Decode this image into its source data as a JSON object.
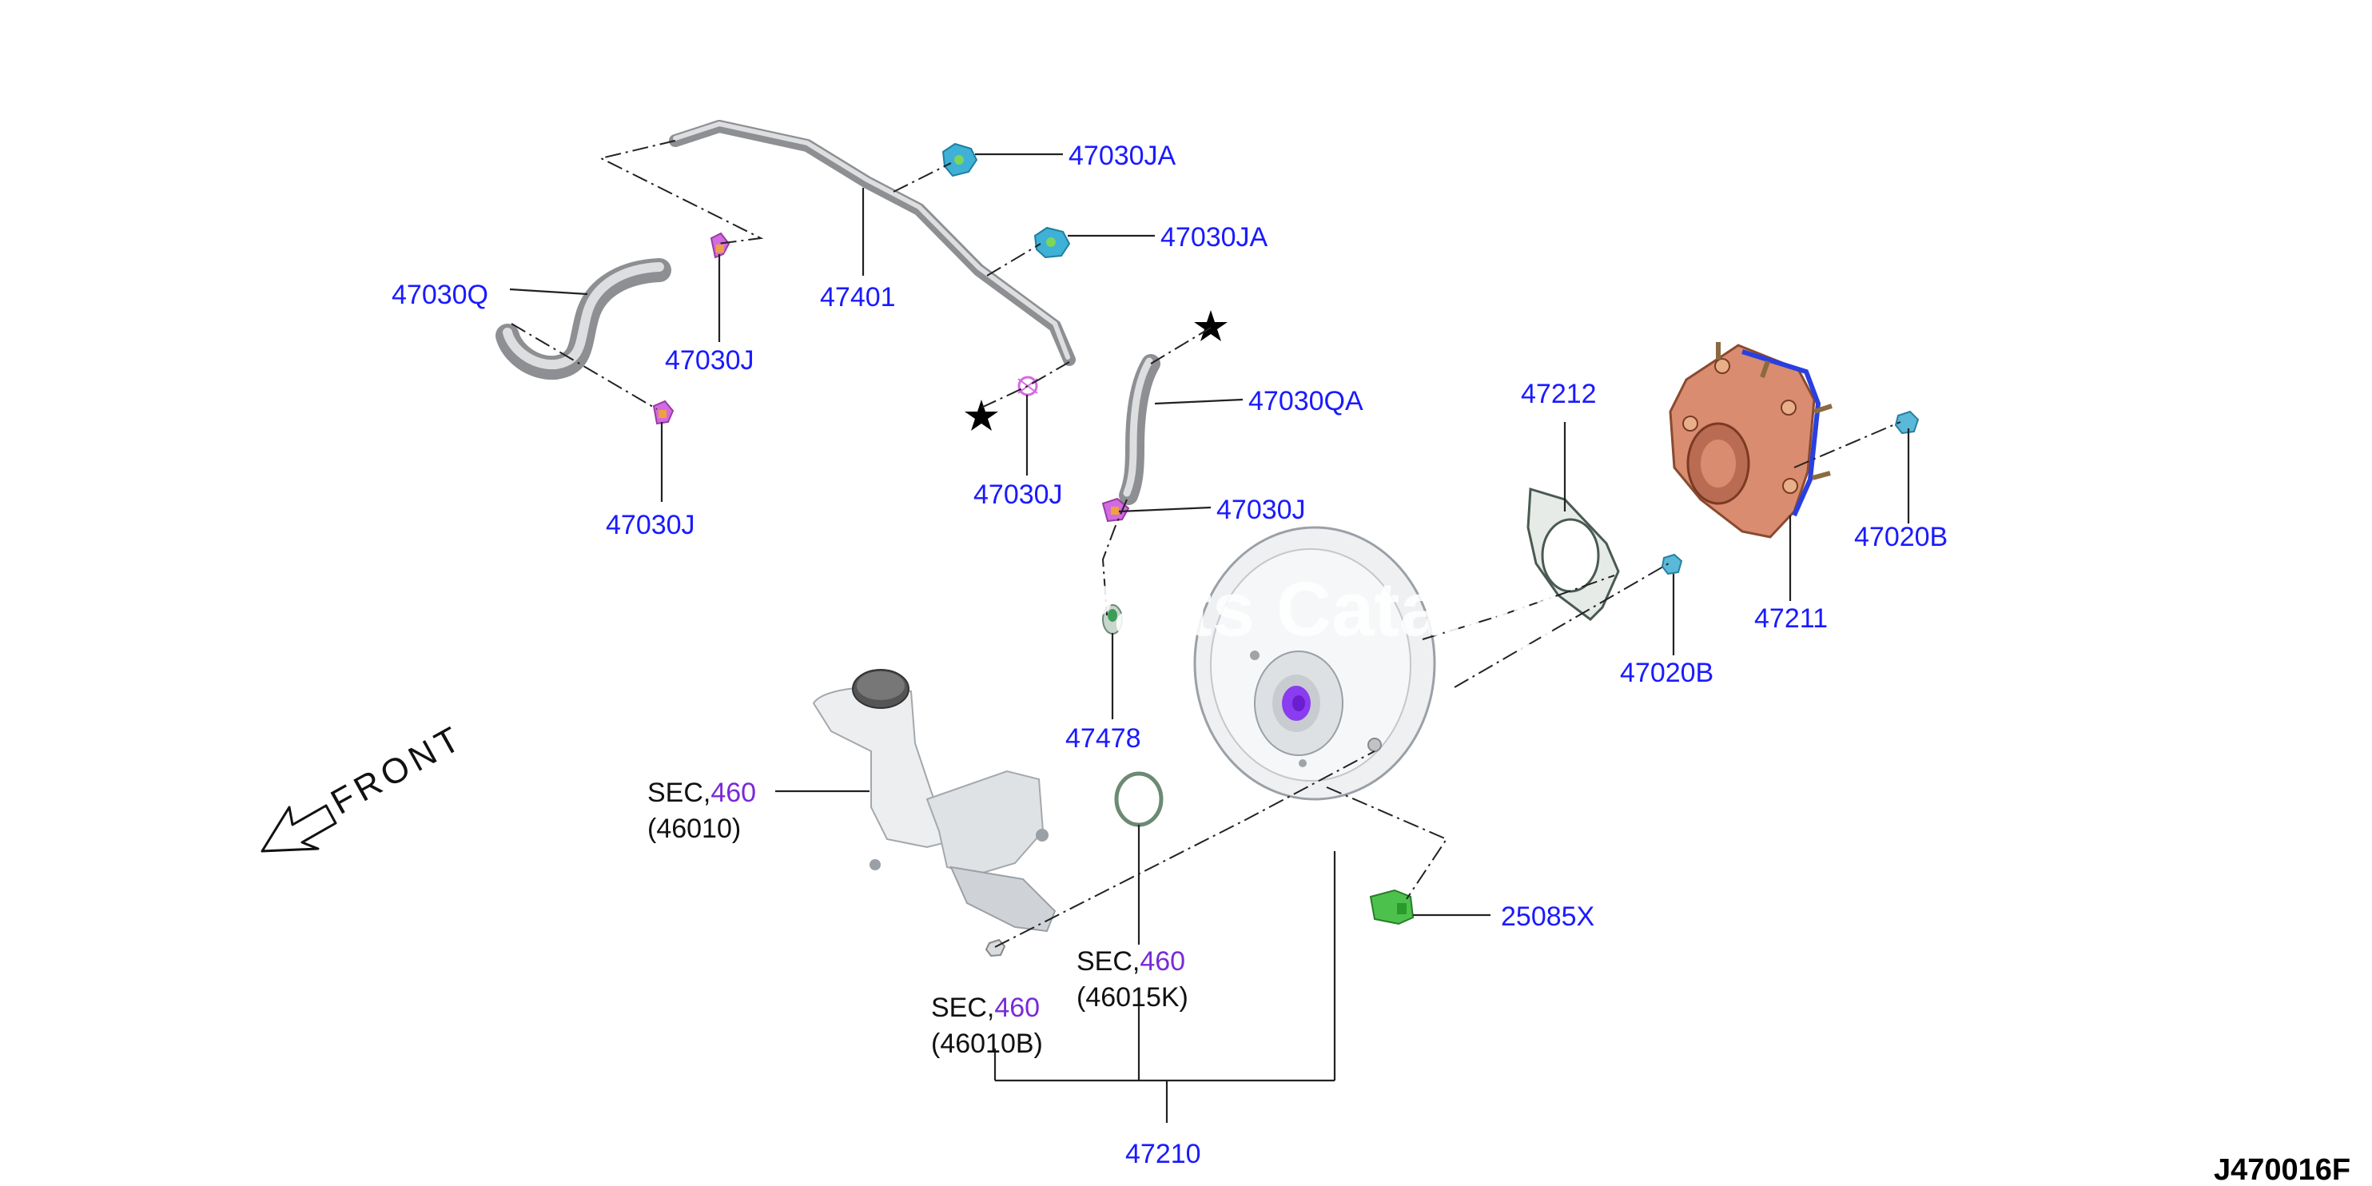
{
  "labels": {
    "p47030JA_1": "47030JA",
    "p47030JA_2": "47030JA",
    "p47401": "47401",
    "p47030Q": "47030Q",
    "p47030J_1": "47030J",
    "p47030J_2": "47030J",
    "p47030J_3": "47030J",
    "p47030J_4": "47030J",
    "p47030QA": "47030QA",
    "p47212": "47212",
    "p47020B_1": "47020B",
    "p47020B_2": "47020B",
    "p47211": "47211",
    "p47478": "47478",
    "p25085X": "25085X",
    "p47210": "47210"
  },
  "sec_refs": [
    {
      "prefix": "SEC,",
      "section": "460",
      "part": "(46010)"
    },
    {
      "prefix": "SEC,",
      "section": "460",
      "part": "(46015K)"
    },
    {
      "prefix": "SEC,",
      "section": "460",
      "part": "(46010B)"
    }
  ],
  "front_arrow": {
    "label": "FRONT"
  },
  "watermark": "Parts Catalog",
  "diagram_ref": "J470016F",
  "colors": {
    "part_number": "#1a1aff",
    "section_number": "#7a2ad6",
    "hose": "#8d8f92",
    "clip": "#d36be0",
    "grommet": "#3fb0d6",
    "housing": "#d98c6f",
    "sensor": "#4cc24c"
  }
}
